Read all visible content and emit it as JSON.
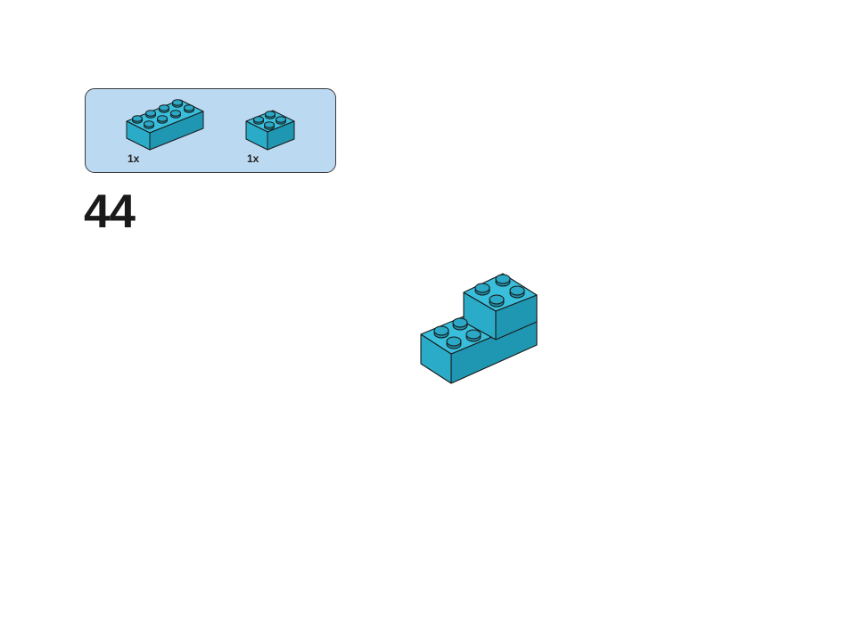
{
  "step": {
    "number": "44"
  },
  "parts_list": [
    {
      "icon": "brick-2x4-icon",
      "quantity": "1x",
      "color": "#2fb6d4"
    },
    {
      "icon": "brick-2x2-icon",
      "quantity": "1x",
      "color": "#2fb6d4"
    }
  ],
  "colors": {
    "panel_background": "#bcd9f2",
    "brick_top": "#39bfdb",
    "brick_front": "#2aacc9",
    "brick_side": "#1f97b3",
    "outline": "#1a1a1a"
  }
}
